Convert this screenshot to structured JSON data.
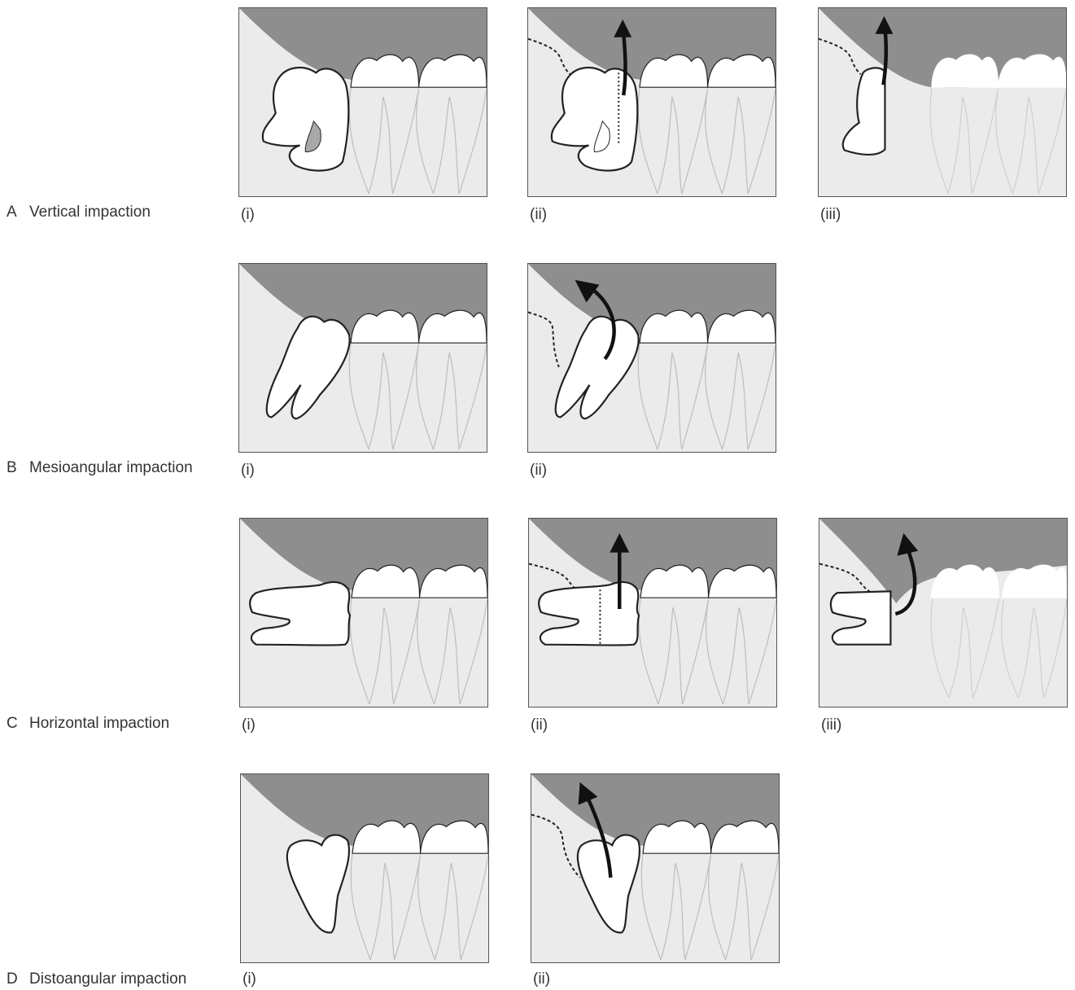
{
  "rows": [
    {
      "letter": "A",
      "title": "Vertical impaction",
      "panels": [
        {
          "label": "(i)"
        },
        {
          "label": "(ii)"
        },
        {
          "label": "(iii)"
        }
      ]
    },
    {
      "letter": "B",
      "title": "Mesioangular impaction",
      "panels": [
        {
          "label": "(i)"
        },
        {
          "label": "(ii)"
        }
      ]
    },
    {
      "letter": "C",
      "title": "Horizontal impaction",
      "panels": [
        {
          "label": "(i)"
        },
        {
          "label": "(ii)"
        },
        {
          "label": "(iii)"
        }
      ]
    },
    {
      "letter": "D",
      "title": "Distoangular impaction",
      "panels": [
        {
          "label": "(i)"
        },
        {
          "label": "(ii)"
        }
      ]
    }
  ],
  "colors": {
    "gum": "#8e8e8e",
    "bone": "#ebebeb",
    "crown": "#ffffff",
    "outline": "#222222",
    "faint_root": "#bdbdbd",
    "arrow": "#111111"
  }
}
